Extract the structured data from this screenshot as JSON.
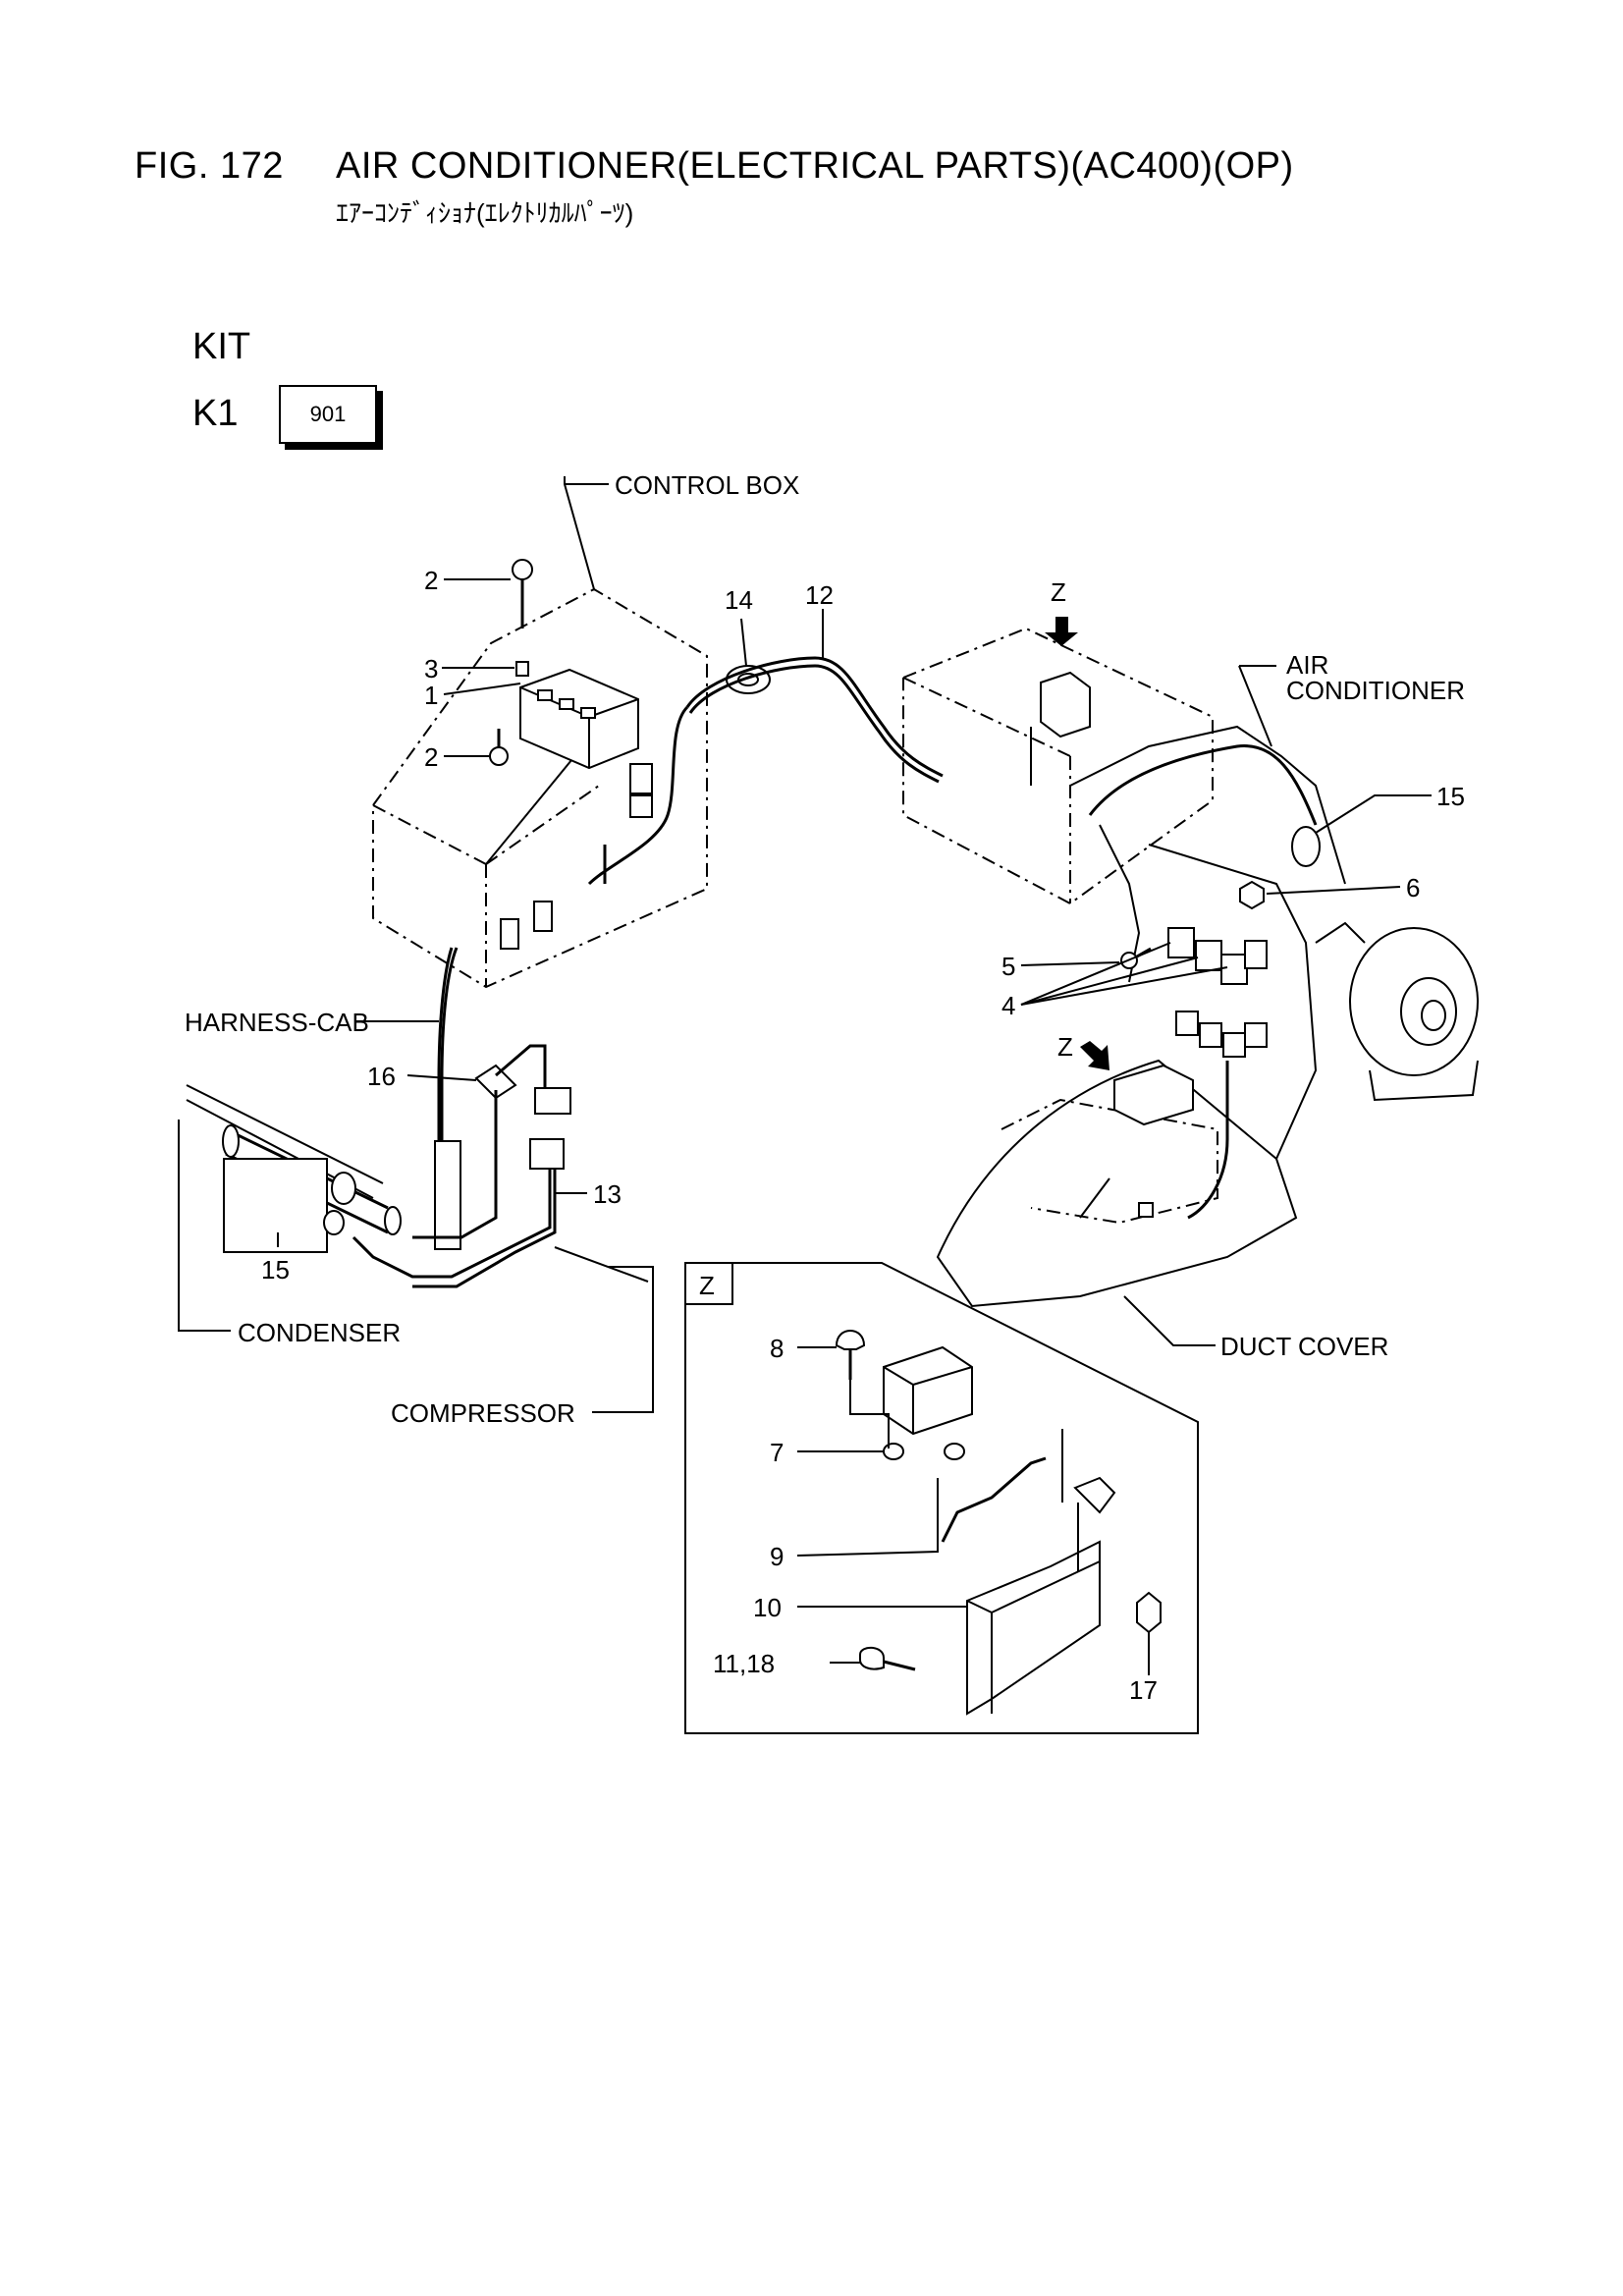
{
  "header": {
    "fig_no": "FIG. 172",
    "title": "AIR CONDITIONER(ELECTRICAL PARTS)(AC400)(OP)",
    "subtitle": "ｴｱｰｺﾝﾃﾞｨｼｮﾅ(ｴﾚｸﾄﾘｶﾙﾊﾟｰﾂ)"
  },
  "kit": {
    "label": "KIT",
    "k1_label": "K1",
    "k1_value": "901"
  },
  "assembly_labels": {
    "control_box": "CONTROL BOX",
    "air": "AIR",
    "conditioner": "CONDITIONER",
    "harness_cab": "HARNESS-CAB",
    "condenser": "CONDENSER",
    "compressor": "COMPRESSOR",
    "duct_cover": "DUCT COVER"
  },
  "callouts": {
    "c2a": "2",
    "c3": "3",
    "c1": "1",
    "c2b": "2",
    "c14": "14",
    "c12": "12",
    "z_top": "Z",
    "c15a": "15",
    "c6": "6",
    "c5": "5",
    "c4": "4",
    "z_mid": "Z",
    "c16": "16",
    "c13": "13",
    "c15b": "15"
  },
  "detail_z": {
    "title": "Z",
    "c8": "8",
    "c7": "7",
    "c9": "9",
    "c10": "10",
    "c11_18": "11,18",
    "c17": "17"
  }
}
